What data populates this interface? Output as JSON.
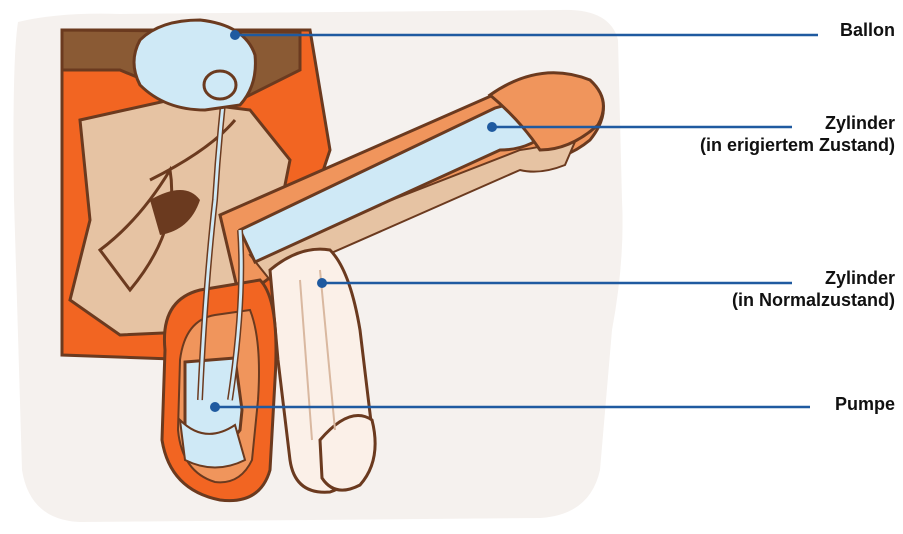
{
  "colors": {
    "background_blob": "#f5f1ee",
    "outline": "#6b3a1f",
    "orange": "#f26522",
    "light_orange": "#f0955c",
    "skin": "#e6c3a3",
    "blue_fluid": "#cfe9f6",
    "dark_brown": "#8a5a34",
    "flaccid_pale": "#fbf0e8",
    "leader_line": "#1f5aa0",
    "label_text": "#111111"
  },
  "labels": {
    "ballon": "Ballon",
    "zylinder_erigiert_line1": "Zylinder",
    "zylinder_erigiert_line2": "(in erigiertem Zustand)",
    "zylinder_normal_line1": "Zylinder",
    "zylinder_normal_line2": "(in Normalzustand)",
    "pumpe": "Pumpe"
  }
}
